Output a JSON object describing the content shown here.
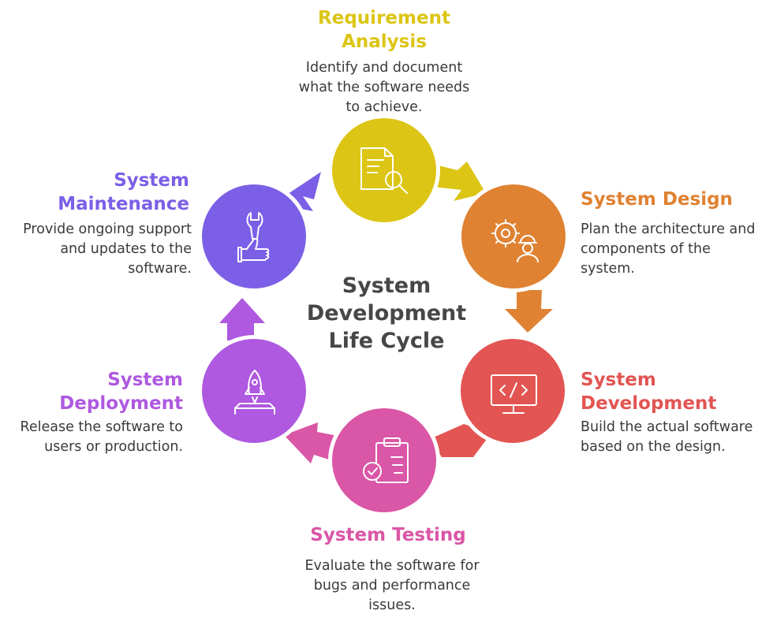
{
  "center_title": [
    "System",
    "Development",
    "Life Cycle"
  ],
  "steps": [
    {
      "title": [
        "Requirement",
        "Analysis"
      ],
      "description": [
        "Identify and document",
        "what the software needs",
        "to achieve."
      ],
      "color": "#DCC514",
      "icon": "document-search-icon"
    },
    {
      "title": [
        "System Design"
      ],
      "description": [
        "Plan the architecture and",
        "components of the",
        "system."
      ],
      "color": "#DF8232",
      "icon": "gear-engineer-icon"
    },
    {
      "title": [
        "System",
        "Development"
      ],
      "description": [
        "Build the actual software",
        "based on the design."
      ],
      "color": "#E25552",
      "icon": "code-monitor-icon"
    },
    {
      "title": [
        "System Testing"
      ],
      "description": [
        "Evaluate the software for",
        "bugs and performance",
        "issues."
      ],
      "color": "#DA56A6",
      "icon": "clipboard-check-icon"
    },
    {
      "title": [
        "System",
        "Deployment"
      ],
      "description": [
        "Release the software to",
        "users or production."
      ],
      "color": "#AE59E0",
      "icon": "rocket-launch-icon"
    },
    {
      "title": [
        "System",
        "Maintenance"
      ],
      "description": [
        "Provide ongoing support",
        "and updates to the",
        "software."
      ],
      "color": "#7B5FE6",
      "icon": "wrench-hand-icon"
    }
  ]
}
